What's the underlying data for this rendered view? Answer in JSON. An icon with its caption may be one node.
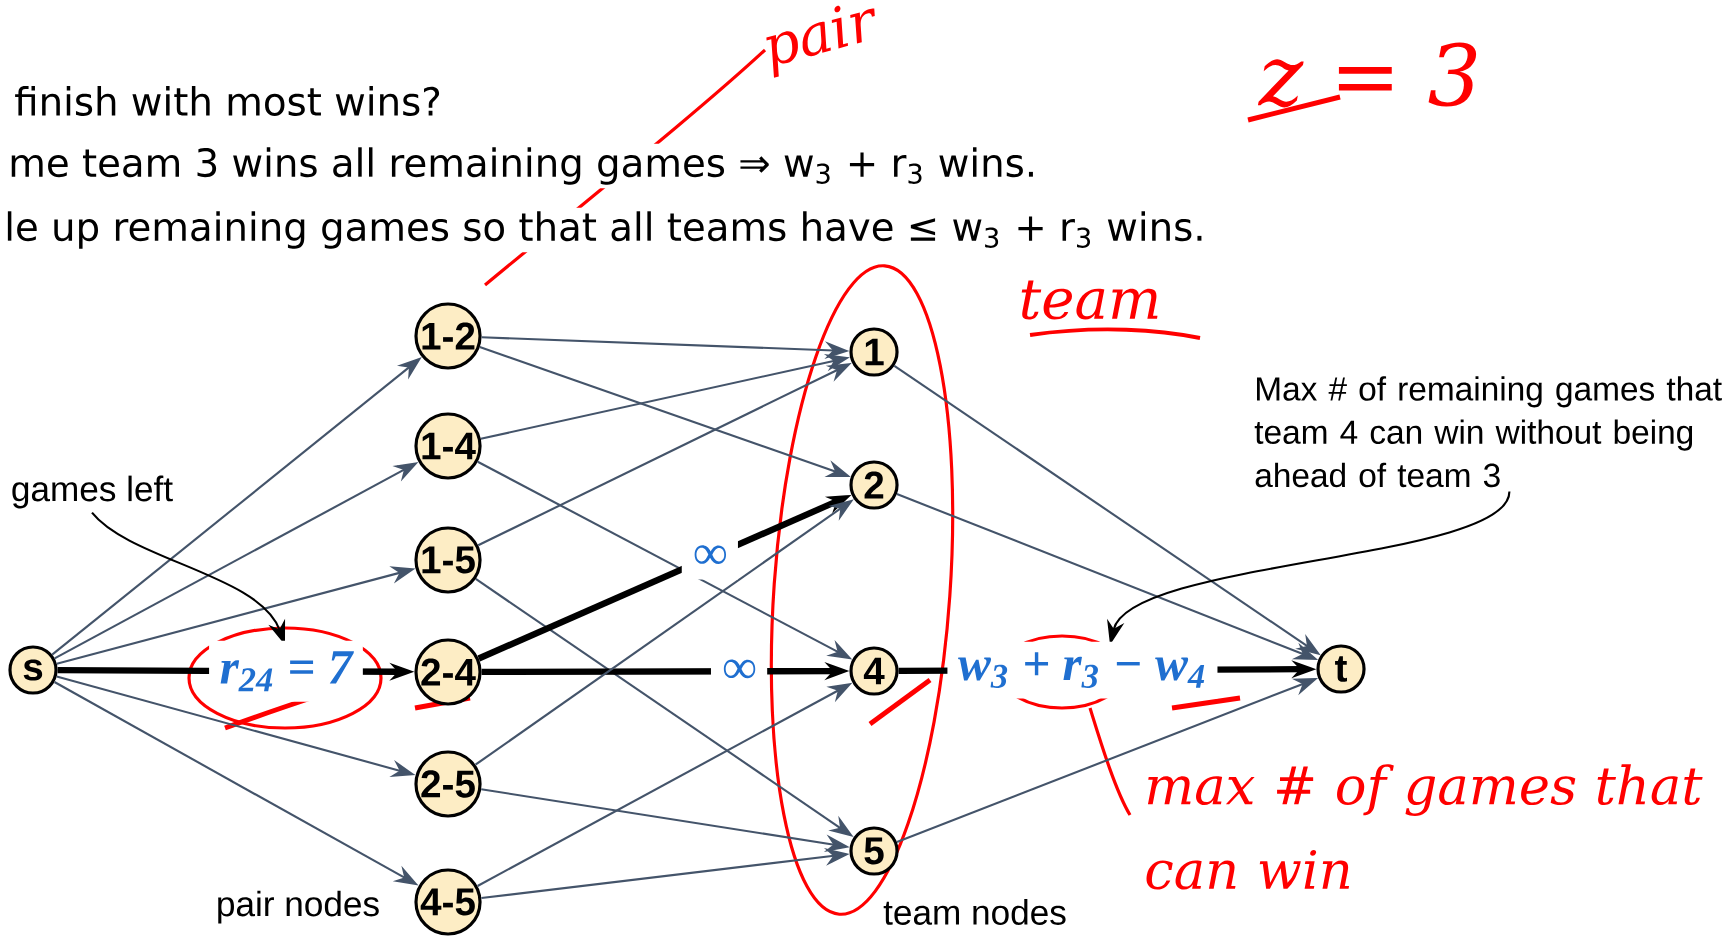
{
  "diagram": {
    "nodes": [
      {
        "text": [
          "s"
        ]
      },
      {
        "text": [
          "1-2"
        ]
      },
      {
        "text": [
          "1-4"
        ]
      },
      {
        "text": [
          "1-5"
        ]
      },
      {
        "text": [
          "2-4"
        ]
      },
      {
        "text": [
          "2-5"
        ]
      },
      {
        "text": [
          "4-5"
        ]
      },
      {
        "text": [
          "1"
        ]
      },
      {
        "text": [
          "2"
        ]
      },
      {
        "text": [
          "4"
        ]
      },
      {
        "text": [
          "5"
        ]
      },
      {
        "text": [
          "t"
        ]
      },
      {
        "text": [
          "games left"
        ]
      },
      {
        "text": [
          "Max # of remaining games that team 4 can win without being ahead of team 3"
        ]
      }
    ],
    "edges": [
      {
        "from": 0,
        "to": 1,
        "arrow": "to"
      },
      {
        "from": 0,
        "to": 2,
        "arrow": "to"
      },
      {
        "from": 0,
        "to": 3,
        "arrow": "to"
      },
      {
        "from": 0,
        "to": 4,
        "arrow": "to",
        "label": "r$_{24}$ = 7",
        "style": "thick",
        "color": "#000000"
      },
      {
        "from": 0,
        "to": 5,
        "arrow": "to"
      },
      {
        "from": 0,
        "to": 6,
        "arrow": "to"
      },
      {
        "from": 1,
        "to": 7,
        "arrow": "to"
      },
      {
        "from": 1,
        "to": 8,
        "arrow": "to"
      },
      {
        "from": 2,
        "to": 7,
        "arrow": "to"
      },
      {
        "from": 2,
        "to": 9,
        "arrow": "to"
      },
      {
        "from": 3,
        "to": 7,
        "arrow": "to"
      },
      {
        "from": 3,
        "to": 10,
        "arrow": "to"
      },
      {
        "from": 4,
        "to": 8,
        "arrow": "to",
        "label": "∞",
        "style": "thick",
        "color": "#000000"
      },
      {
        "from": 4,
        "to": 9,
        "arrow": "to",
        "label": "∞",
        "style": "thick",
        "color": "#000000"
      },
      {
        "from": 5,
        "to": 8,
        "arrow": "to"
      },
      {
        "from": 5,
        "to": 10,
        "arrow": "to"
      },
      {
        "from": 6,
        "to": 9,
        "arrow": "to"
      },
      {
        "from": 6,
        "to": 10,
        "arrow": "to"
      },
      {
        "from": 7,
        "to": 11,
        "arrow": "to"
      },
      {
        "from": 8,
        "to": 11,
        "arrow": "to"
      },
      {
        "from": 9,
        "to": 11,
        "arrow": "to",
        "label": "w$_{3}$ + r$_{3}$ − w$_{4}$",
        "style": "thick",
        "color": "#000000"
      },
      {
        "from": 10,
        "to": 11,
        "arrow": "to"
      },
      {
        "from": 12,
        "to": null,
        "arrow": "to",
        "color": "#000000"
      },
      {
        "from": 13,
        "to": null,
        "arrow": "to",
        "color": "#000000"
      }
    ],
    "labels": [
      "finish with most wins?",
      "me team 3 wins all remaining games ⇒ w$_{3}$ + r$_{3}$ wins.",
      "le up remaining games so that all teams have ≤ w$_{3}$ + r$_{3}$ wins.",
      "pair nodes",
      "team nodes",
      "pair",
      "team",
      "z = 3",
      "max # of games that can win"
    ]
  }
}
